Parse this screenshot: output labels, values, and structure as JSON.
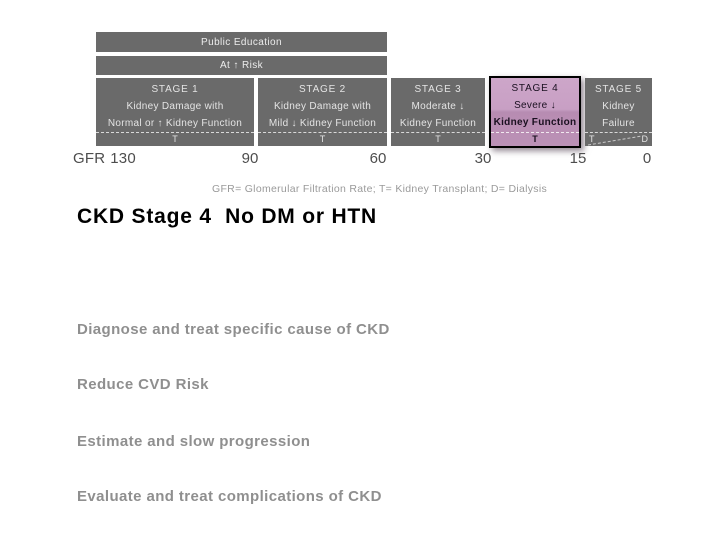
{
  "slide": {
    "title": "CKD Stage 4  No DM or HTN",
    "bullets": [
      "Diagnose and treat specific cause of CKD",
      "Reduce CVD Risk",
      "Estimate and slow progression",
      "Evaluate and treat complications of CKD"
    ]
  },
  "diagram": {
    "top_bars": {
      "public_education": "Public Education",
      "at_risk": "At ↑ Risk"
    },
    "stages": [
      {
        "name": "STAGE 1",
        "desc1": "Kidney Damage with",
        "desc2": "Normal or ↑ Kidney Function",
        "marker": "T",
        "highlighted": false
      },
      {
        "name": "STAGE 2",
        "desc1": "Kidney Damage with",
        "desc2": "Mild ↓ Kidney Function",
        "marker": "T",
        "highlighted": false
      },
      {
        "name": "STAGE 3",
        "desc1": "Moderate ↓",
        "desc2": "Kidney Function",
        "marker": "T",
        "highlighted": false
      },
      {
        "name": "STAGE 4",
        "desc1": "Severe ↓",
        "desc2": "Kidney Function",
        "marker": "T",
        "highlighted": true
      },
      {
        "name": "STAGE 5",
        "desc1": "Kidney",
        "desc2": "Failure",
        "marker_left": "T",
        "marker_right": "D",
        "highlighted": false
      }
    ],
    "gfr_axis": {
      "label": "GFR",
      "ticks": [
        "130",
        "90",
        "60",
        "30",
        "15",
        "0"
      ]
    },
    "legend": "GFR= Glomerular Filtration Rate; T= Kidney Transplant; D= Dialysis",
    "colors": {
      "bar_gray": "#6a6a6a",
      "bar_text": "#ececec",
      "highlight_purple_top": "#cda6c9",
      "highlight_purple_bottom": "#bb91b6",
      "highlight_border": "#000000",
      "axis_text": "#4d4d4d",
      "legend_text": "#9a9a9a",
      "title_text": "#000000",
      "bullet_text": "#8f8f8f"
    }
  }
}
